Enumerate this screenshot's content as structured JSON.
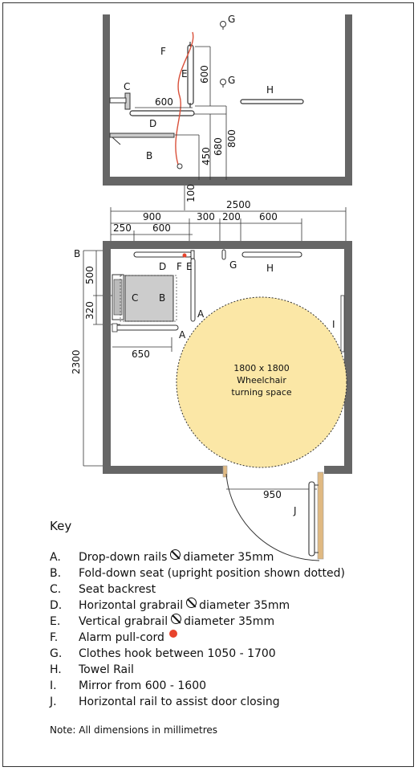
{
  "elevation": {
    "labels": {
      "F": "F",
      "E": "E",
      "C": "C",
      "D": "D",
      "B": "B",
      "G1": "G",
      "G2": "G",
      "H": "H"
    },
    "dims": {
      "d600_vert": "600",
      "d600_horiz": "600",
      "d680": "680",
      "d800": "800",
      "d450": "450",
      "d100": "100"
    }
  },
  "plan": {
    "dims": {
      "overall_width": "2500",
      "d900": "900",
      "d300": "300",
      "d200": "200",
      "d600_right": "600",
      "d250": "250",
      "d600_left": "600",
      "d500": "500",
      "d320": "320",
      "d2300": "2300",
      "d650": "650",
      "d950": "950"
    },
    "labels": {
      "B": "B",
      "D": "D",
      "F": "F",
      "E": "E",
      "G": "G",
      "H": "H",
      "C": "C",
      "B_seat": "B",
      "A1": "A",
      "A2": "A",
      "I": "I",
      "J": "J"
    },
    "turning_space": {
      "line1": "1800 x 1800",
      "line2": "Wheelchair",
      "line3": "turning space"
    },
    "colors": {
      "turning_fill": "#fbe7a6",
      "turning_stroke": "#333333",
      "door_frame": "#e0b982",
      "wall": "#666666",
      "seat": "#cccccc",
      "alarm": "#e8432c"
    }
  },
  "key": {
    "title": "Key",
    "items": [
      {
        "letter": "A.",
        "text": "Drop-down rails",
        "after": "diameter 35mm",
        "symbol": "no-symbol-icon"
      },
      {
        "letter": "B.",
        "text": "Fold-down seat (upright position shown dotted)"
      },
      {
        "letter": "C.",
        "text": "Seat backrest"
      },
      {
        "letter": "D.",
        "text": "Horizontal grabrail",
        "after": "diameter 35mm",
        "symbol": "no-symbol-icon"
      },
      {
        "letter": "E.",
        "text": "Vertical grabrail",
        "after": "diameter 35mm",
        "symbol": "no-symbol-icon"
      },
      {
        "letter": "F.",
        "text": "Alarm pull-cord",
        "symbol": "red-dot-icon"
      },
      {
        "letter": "G.",
        "text": "Clothes hook between 1050 - 1700"
      },
      {
        "letter": "H.",
        "text": "Towel Rail"
      },
      {
        "letter": "I.",
        "text": "Mirror from 600 - 1600"
      },
      {
        "letter": "J.",
        "text": "Horizontal rail to assist door closing"
      }
    ],
    "note": "Note: All dimensions in millimetres"
  }
}
